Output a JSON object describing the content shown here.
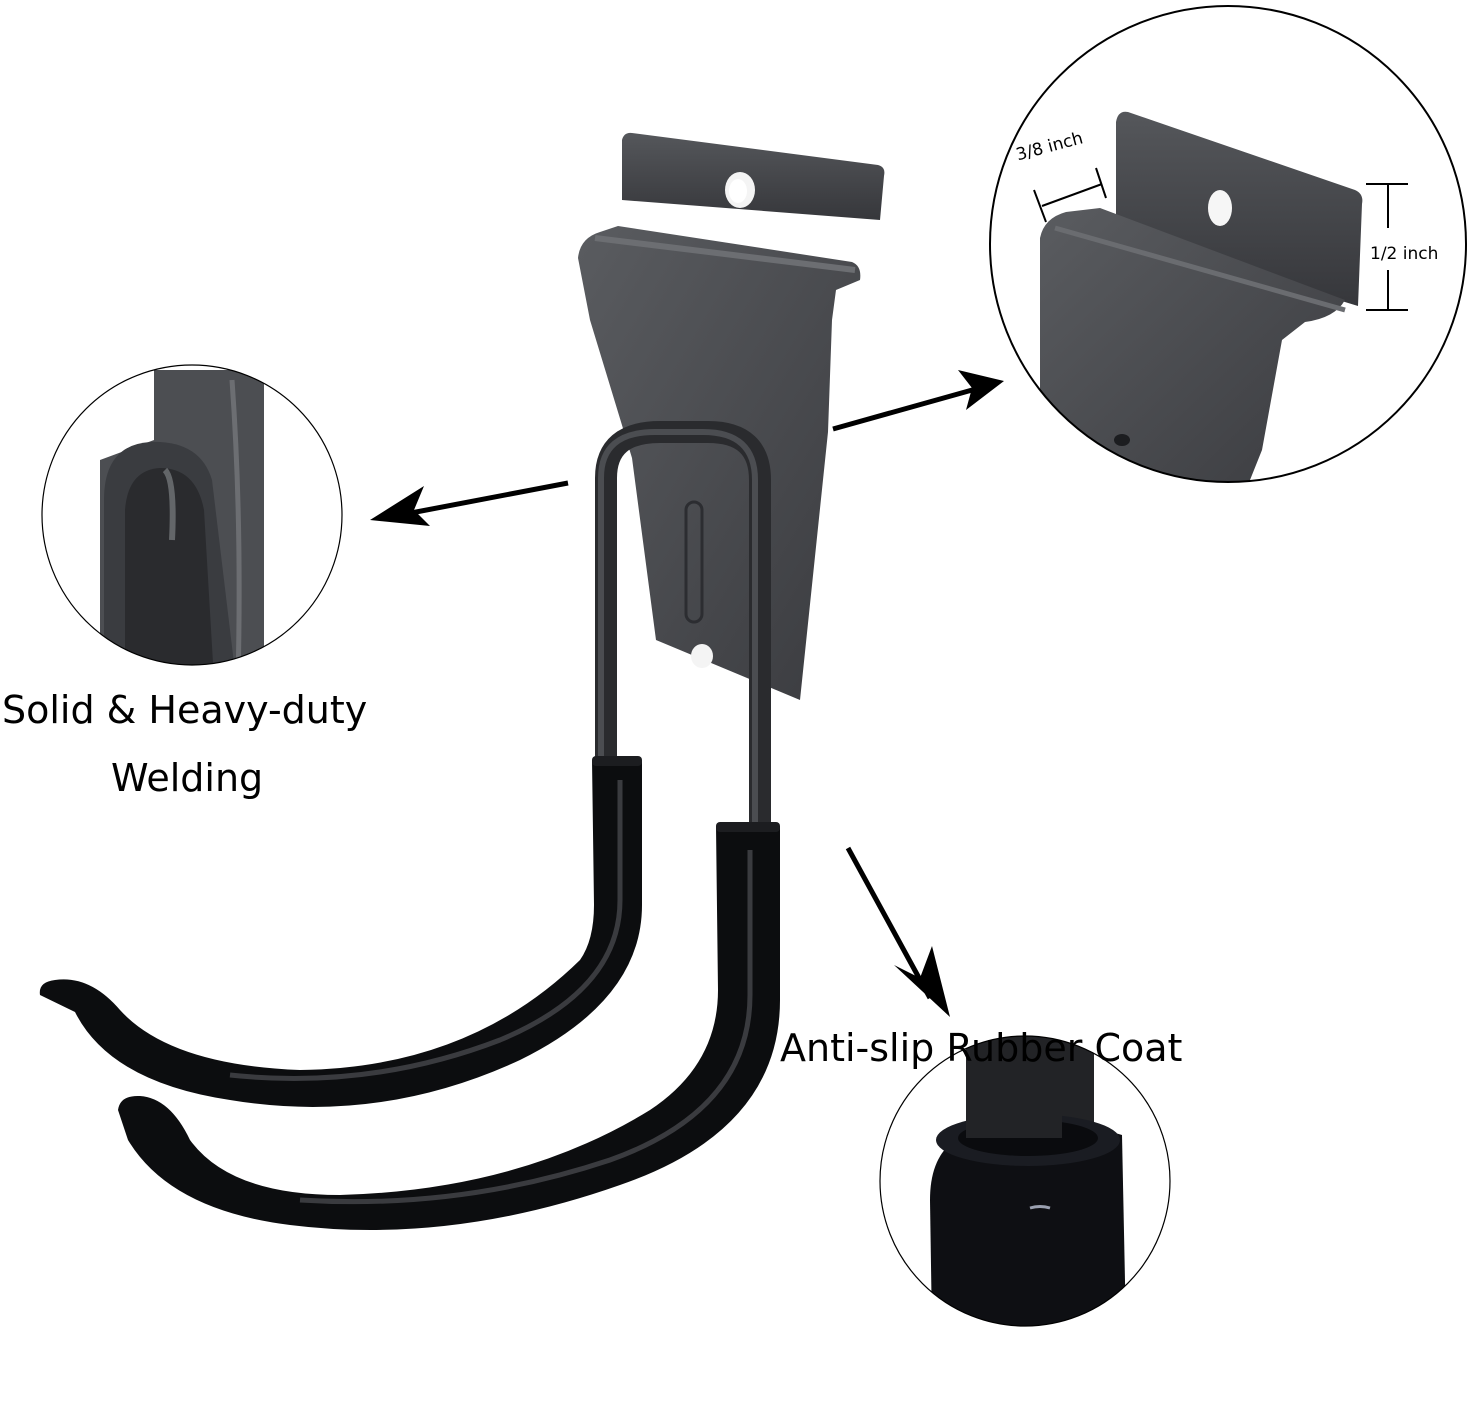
{
  "product": {
    "subject": "slatwall utility storage hook with double J arms",
    "colors": {
      "background": "#ffffff",
      "metal_plate": "#4a4c50",
      "metal_plate_dark": "#2f3034",
      "rubber_coat": "#111214",
      "outline": "#000000"
    }
  },
  "callouts": [
    {
      "id": "bracket-dimensions",
      "position": "top-right",
      "dimensions": {
        "width_label": "3/8 inch",
        "height_label": "1/2 inch"
      }
    },
    {
      "id": "welding-detail",
      "position": "middle-left",
      "caption_line1": "Solid & Heavy-duty",
      "caption_line2": "Welding"
    },
    {
      "id": "rubber-coat-detail",
      "position": "bottom-right",
      "caption": "Anti-slip Rubber Coat"
    }
  ],
  "arrows": [
    {
      "from": "bracket",
      "to": "bracket-dimensions",
      "direction": "right-up"
    },
    {
      "from": "weld",
      "to": "welding-detail",
      "direction": "left"
    },
    {
      "from": "arm-sleeve",
      "to": "rubber-coat-detail",
      "direction": "down-right"
    }
  ]
}
